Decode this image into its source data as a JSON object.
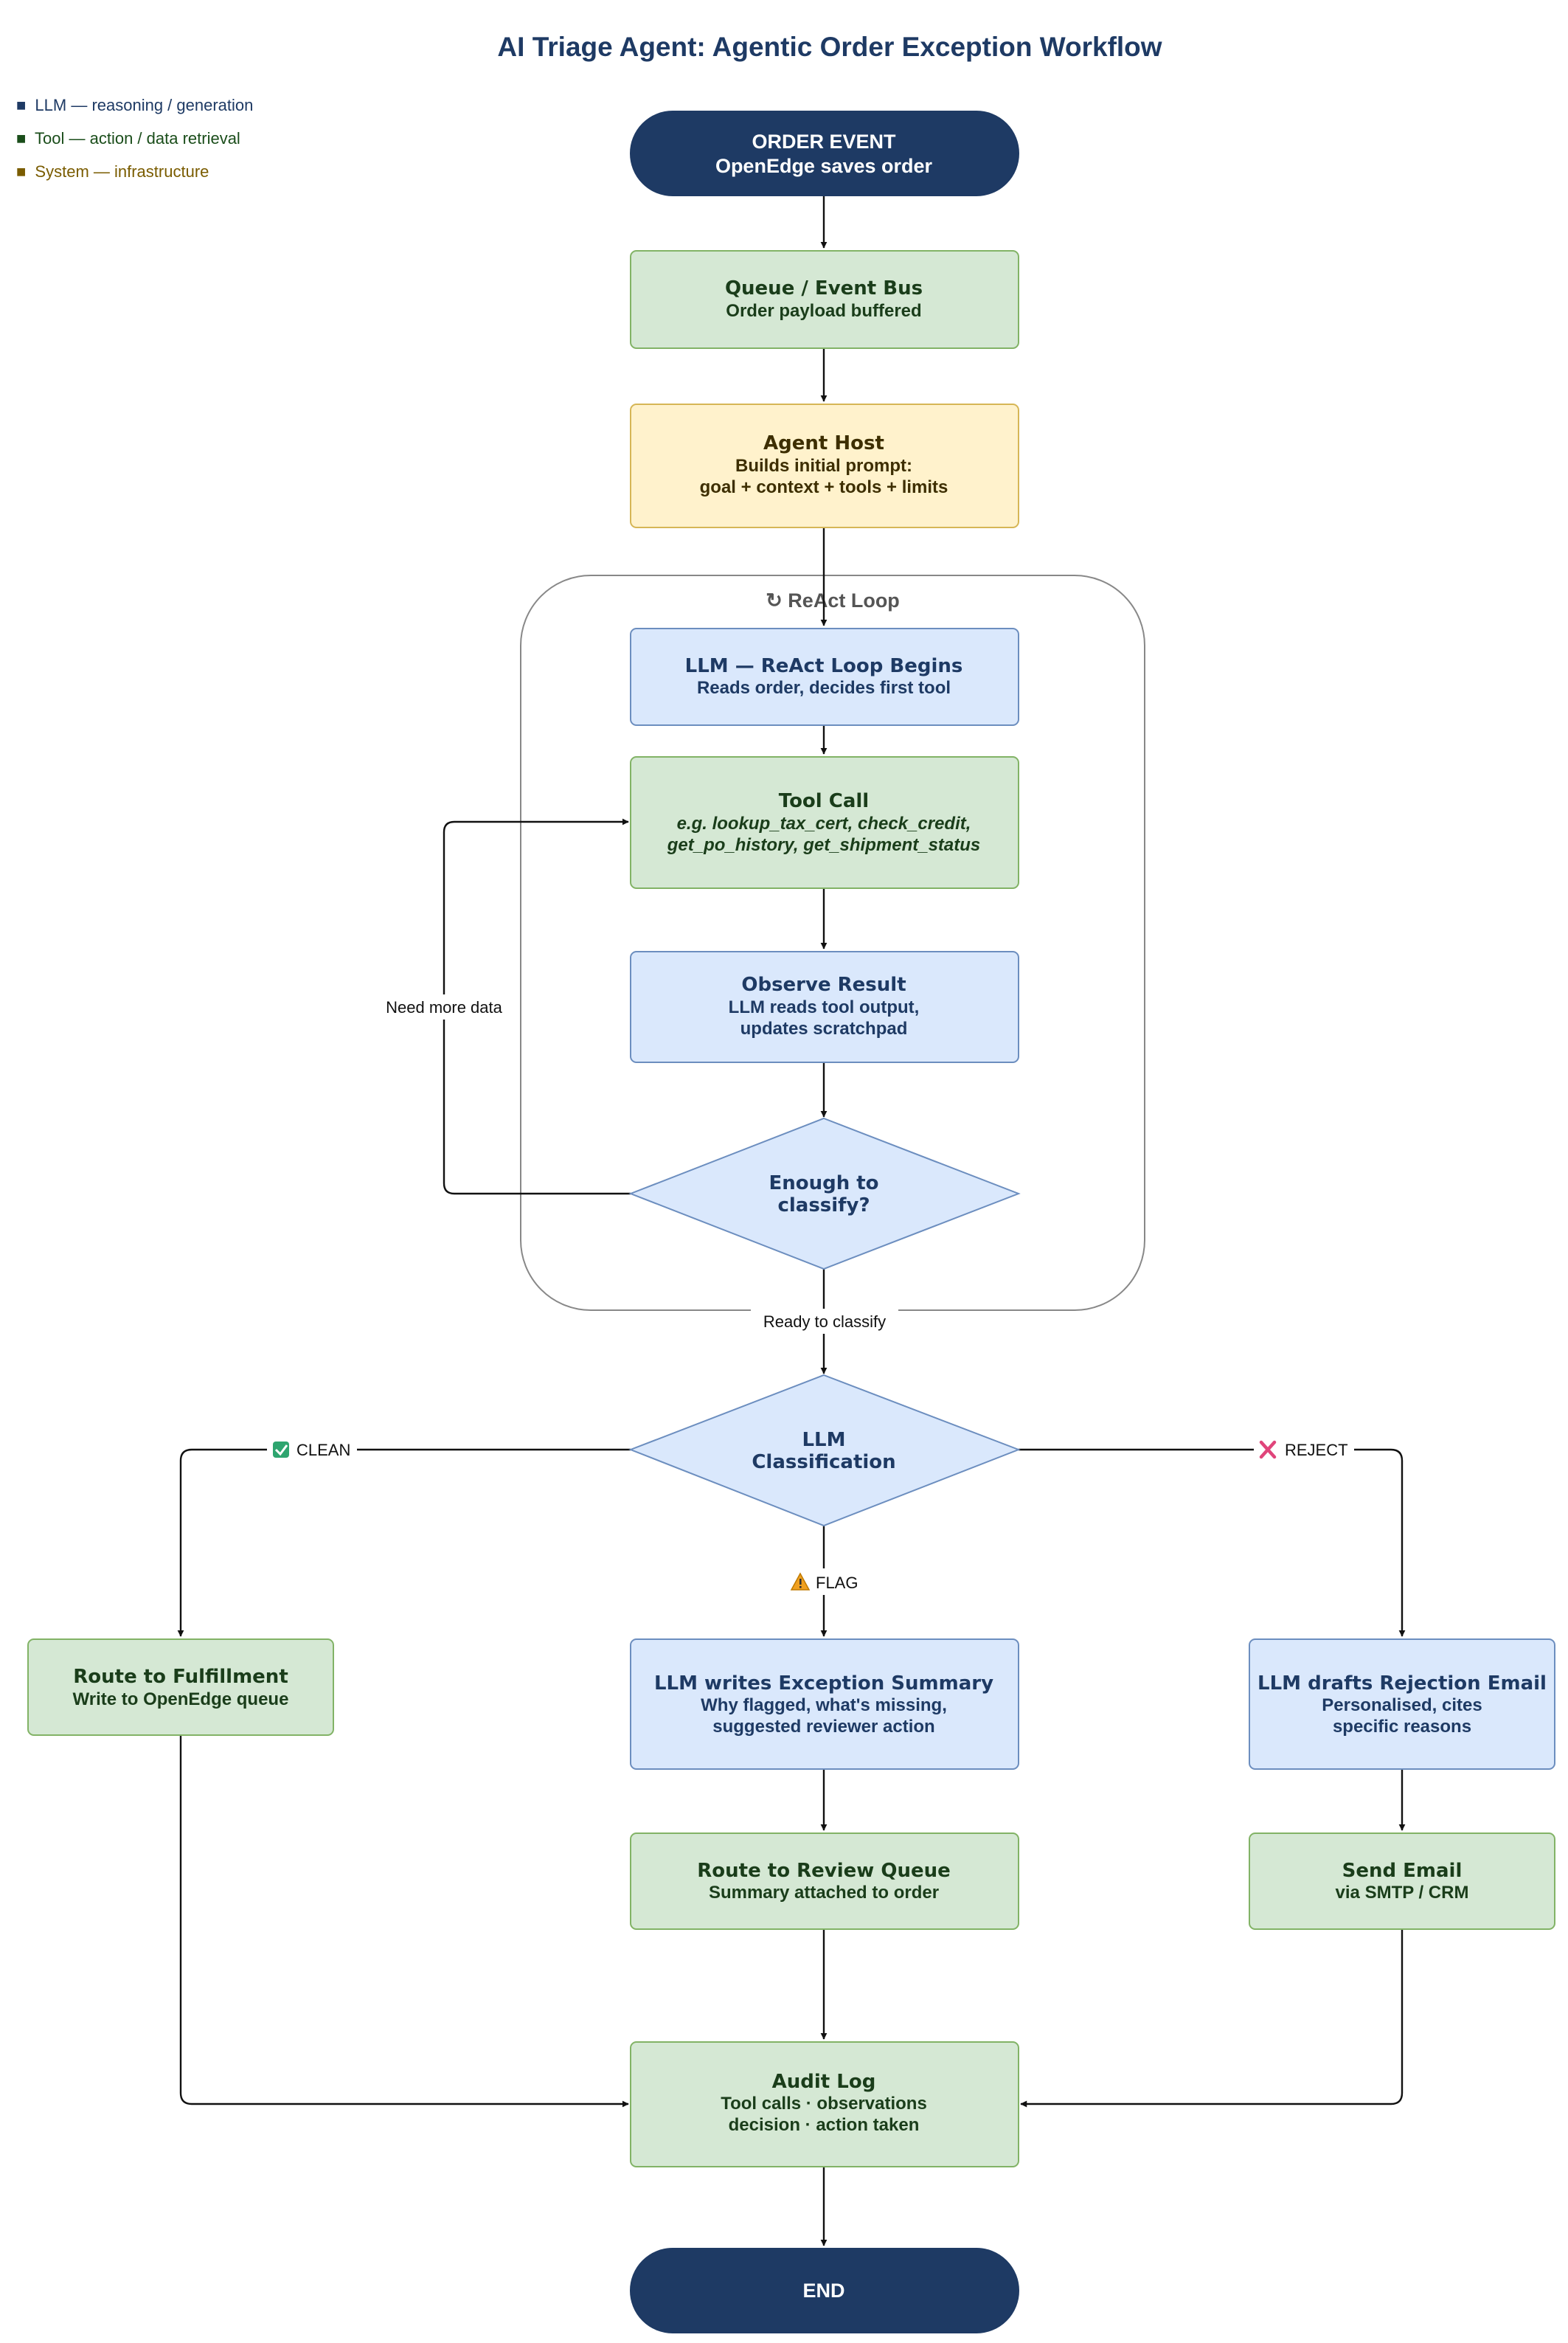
{
  "title": "AI Triage Agent: Agentic Order Exception Workflow",
  "legend": [
    {
      "marker": "■",
      "text": "LLM — reasoning / generation",
      "color": "#1e3a64"
    },
    {
      "marker": "■",
      "text": "Tool — action / data retrieval",
      "color": "#1a4d1a"
    },
    {
      "marker": "■",
      "text": "System — infrastructure",
      "color": "#7a5c00"
    }
  ],
  "colors": {
    "llm_fill": "#dae8fc",
    "llm_border": "#6c8ebf",
    "tool_fill": "#d5e8d4",
    "tool_border": "#82b366",
    "system_fill": "#fff2cc",
    "system_border": "#d6b656",
    "terminal_fill": "#1e3a64"
  },
  "nodes": {
    "order_event": {
      "title": "ORDER EVENT",
      "sub": [
        "OpenEdge saves order"
      ]
    },
    "queue": {
      "title": "Queue / Event Bus",
      "sub": [
        "Order payload buffered"
      ]
    },
    "agent_host": {
      "title": "Agent Host",
      "sub": [
        "Builds initial prompt:",
        "goal + context + tools + limits"
      ]
    },
    "react_loop_label": "↻ ReAct Loop",
    "llm_begin": {
      "title": "LLM — ReAct Loop Begins",
      "sub": [
        "Reads order, decides first tool"
      ]
    },
    "tool_call": {
      "title": "Tool Call",
      "sub": [
        "e.g. lookup_tax_cert, check_credit,",
        "get_po_history, get_shipment_status"
      ]
    },
    "observe": {
      "title": "Observe Result",
      "sub": [
        "LLM reads tool output,",
        "updates scratchpad"
      ]
    },
    "enough": {
      "lines": [
        "Enough to",
        "classify?"
      ]
    },
    "classification": {
      "lines": [
        "LLM",
        "Classification"
      ]
    },
    "fulfillment": {
      "title": "Route to Fulfillment",
      "sub": [
        "Write to OpenEdge queue"
      ]
    },
    "exception_summary": {
      "title": "LLM writes Exception Summary",
      "sub": [
        "Why flagged, what's missing,",
        "suggested reviewer action"
      ]
    },
    "rejection_email": {
      "title": "LLM drafts Rejection Email",
      "sub": [
        "Personalised, cites",
        "specific reasons"
      ]
    },
    "review_queue": {
      "title": "Route to Review Queue",
      "sub": [
        "Summary attached to order"
      ]
    },
    "send_email": {
      "title": "Send Email",
      "sub": [
        "via SMTP / CRM"
      ]
    },
    "audit_log": {
      "title": "Audit Log",
      "sub": [
        "Tool calls · observations",
        "decision · action taken"
      ]
    },
    "end": {
      "title": "END"
    }
  },
  "edges": {
    "need_more_data": "Need more data",
    "ready_to_classify": "Ready to classify",
    "clean": {
      "icon": "check-icon",
      "label": "CLEAN"
    },
    "flag": {
      "icon": "warning-icon",
      "label": "FLAG"
    },
    "reject": {
      "icon": "cross-icon",
      "label": "REJECT"
    }
  }
}
